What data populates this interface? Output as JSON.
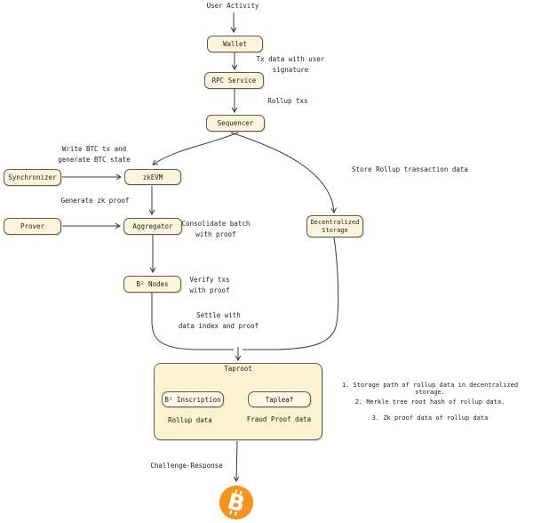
{
  "title": "B2 rollup Bitcoin architecture diagram",
  "colors": {
    "background": "#ffffff",
    "box_fill": "#fcf5da",
    "container_fill": "#fbf2d0",
    "inner_box_fill": "#fdf8e4",
    "box_border": "#5c5c5c",
    "wire": "#3b3b3b",
    "text": "#1f1f1f",
    "bitcoin_orange": "#f7931a"
  },
  "nodes": {
    "wallet": "Wallet",
    "rpc_service": "RPC Service",
    "sequencer": "Sequencer",
    "synchronizer": "Synchronizer",
    "zkevm": "zkEVM",
    "prover": "Prover",
    "aggregator": "Aggregator",
    "decentralized_storage": "Decentralized\nStorage",
    "b2_nodes": "B² Nodes",
    "taproot": "Taproot",
    "b2_inscription": "B² Inscription",
    "tapleaf": "Tapleaf"
  },
  "labels": {
    "user_activity": "User Activity",
    "tx_data": "Tx data with user\nsignature",
    "rollup_txs": "Rollup txs",
    "write_btc": "Write BTC tx and\ngenerate BTC state",
    "generate_zk": "Generate zk proof",
    "consolidate": "Consolidate batch\nwith proof",
    "store_rollup": "Store Rollup transaction data",
    "verify": "Verify txs\nwith proof",
    "settle": "Settle with\ndata index and proof",
    "rollup_data": "Rollup data",
    "fraud_proof_data": "Fraud Proof data",
    "challenge_response": "Challenge-Response"
  },
  "notes": {
    "line1": "1. Storage path of rollup data in decentralized storage.",
    "line2": "2. Merkle tree root hash of rollup data.",
    "line3": "3. Zk proof data of rollup data"
  },
  "icons": {
    "bitcoin_symbol": "B"
  }
}
